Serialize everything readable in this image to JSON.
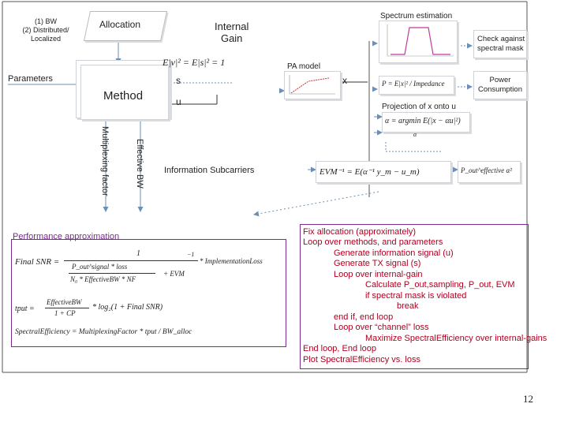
{
  "allocation": {
    "options": "(1) BW\n(2) Distributed/\nLocalized",
    "title": "Allocation"
  },
  "internal_gain": "Internal\nGain",
  "parameters": "Parameters",
  "method": "Method",
  "method_eq": "E|v|² = E|s|² = 1",
  "signal_s": "s",
  "signal_u": "u",
  "pa_model": "PA model",
  "x_label": "x",
  "impedance_eq": "P = E|x|² / Impedance",
  "spectrum": {
    "title": "Spectrum estimation"
  },
  "spectral_mask": "Check against\nspectral mask",
  "power_consumption": "Power\nConsumption",
  "projection_title": "Projection of x onto u",
  "alpha_eq": "α = argmin E(|x − αu|²)",
  "alpha_sub": "α",
  "evm_eq": "EVM⁻¹ = E(α⁻¹ y_m − u_m)",
  "p_eq": "P_out^effective α²",
  "multiplexing": "Multiplexing factor",
  "effective_bw": "Effective BW",
  "info_subcarriers": "Information Subcarriers",
  "perf": {
    "title": "Performance approximation",
    "snr_left": "Final SNR =",
    "snr_num": "1",
    "snr_frac_num": "P_out^signal * loss",
    "snr_frac_den": "N₀ * EffectiveBW * NF",
    "snr_tail": "+ EVM",
    "snr_exp": "−1",
    "snr_impl": "* ImplementationLoss",
    "tput_left": "tput =",
    "tput_num": "EffectiveBW",
    "tput_den": "1 + CP",
    "tput_tail": "* log₂(1 + Final SNR)",
    "se": "SpectralEfficiency = MultiplexingFactor * tput / BW_alloc"
  },
  "algorithm": [
    "Fix allocation (approximately)",
    "Loop over methods, and parameters",
    "Generate information signal (u)",
    "Generate TX signal (s)",
    "Loop over internal-gain",
    "Calculate P_out,sampling, P_out, EVM",
    "if spectral mask is violated",
    "break",
    "end if, end loop",
    "Loop over “channel” loss",
    "Maximize SpectralEfficiency over internal-gains",
    "End loop, End loop",
    "Plot SpectralEfficiency vs. loss"
  ],
  "page_number": "12",
  "colors": {
    "accent": "#7a2c8e",
    "algo_text": "#b00020",
    "arrow": "#6b8fb5"
  }
}
